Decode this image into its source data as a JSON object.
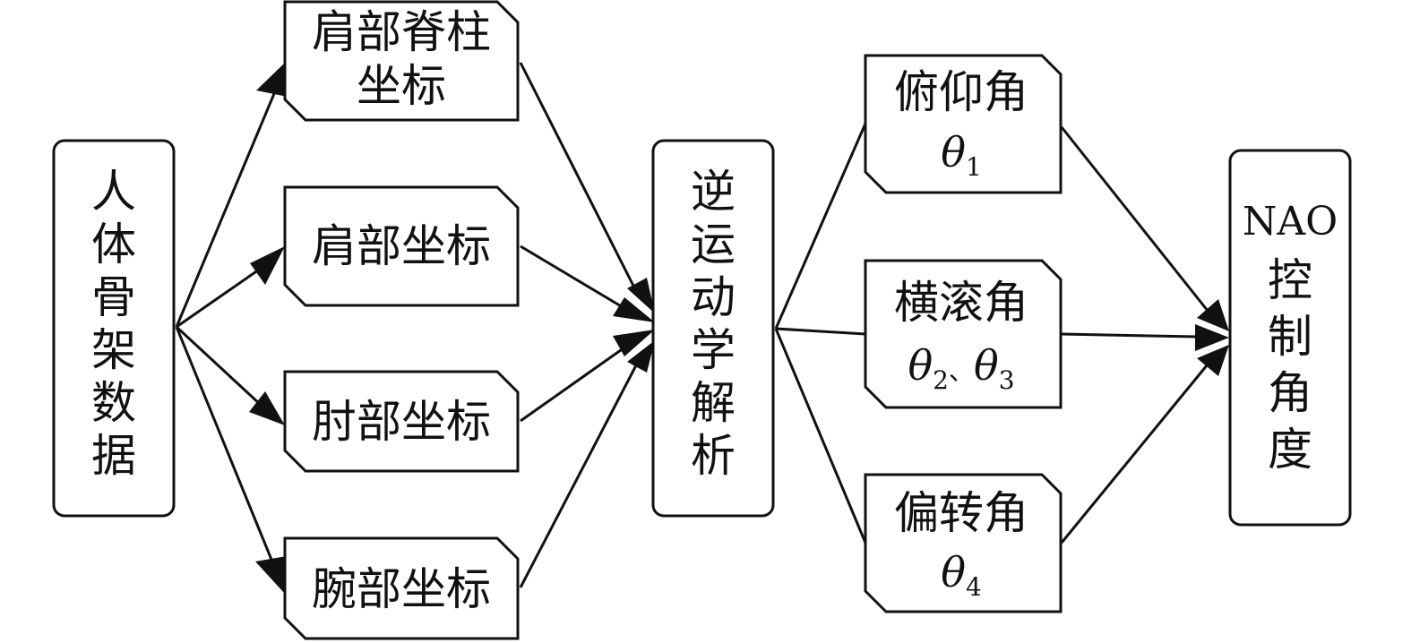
{
  "diagram": {
    "source_box": {
      "chars": [
        "人",
        "体",
        "骨",
        "架",
        "数",
        "据"
      ]
    },
    "coordinate_boxes": [
      {
        "line1": "肩部脊柱",
        "line2": "坐标"
      },
      {
        "line1": "肩部坐标"
      },
      {
        "line1": "肘部坐标"
      },
      {
        "line1": "腕部坐标"
      }
    ],
    "solver_box": {
      "chars": [
        "逆",
        "运",
        "动",
        "学",
        "解",
        "析"
      ]
    },
    "angle_boxes": [
      {
        "name": "俯仰角",
        "symbol": "θ",
        "subscript": "1"
      },
      {
        "name": "横滚角",
        "symbol": "θ",
        "subscript": "2",
        "separator": "、",
        "symbol2": "θ",
        "subscript2": "3"
      },
      {
        "name": "偏转角",
        "symbol": "θ",
        "subscript": "4"
      }
    ],
    "output_box": {
      "title": "NAO",
      "chars": [
        "控",
        "制",
        "角",
        "度"
      ]
    }
  }
}
